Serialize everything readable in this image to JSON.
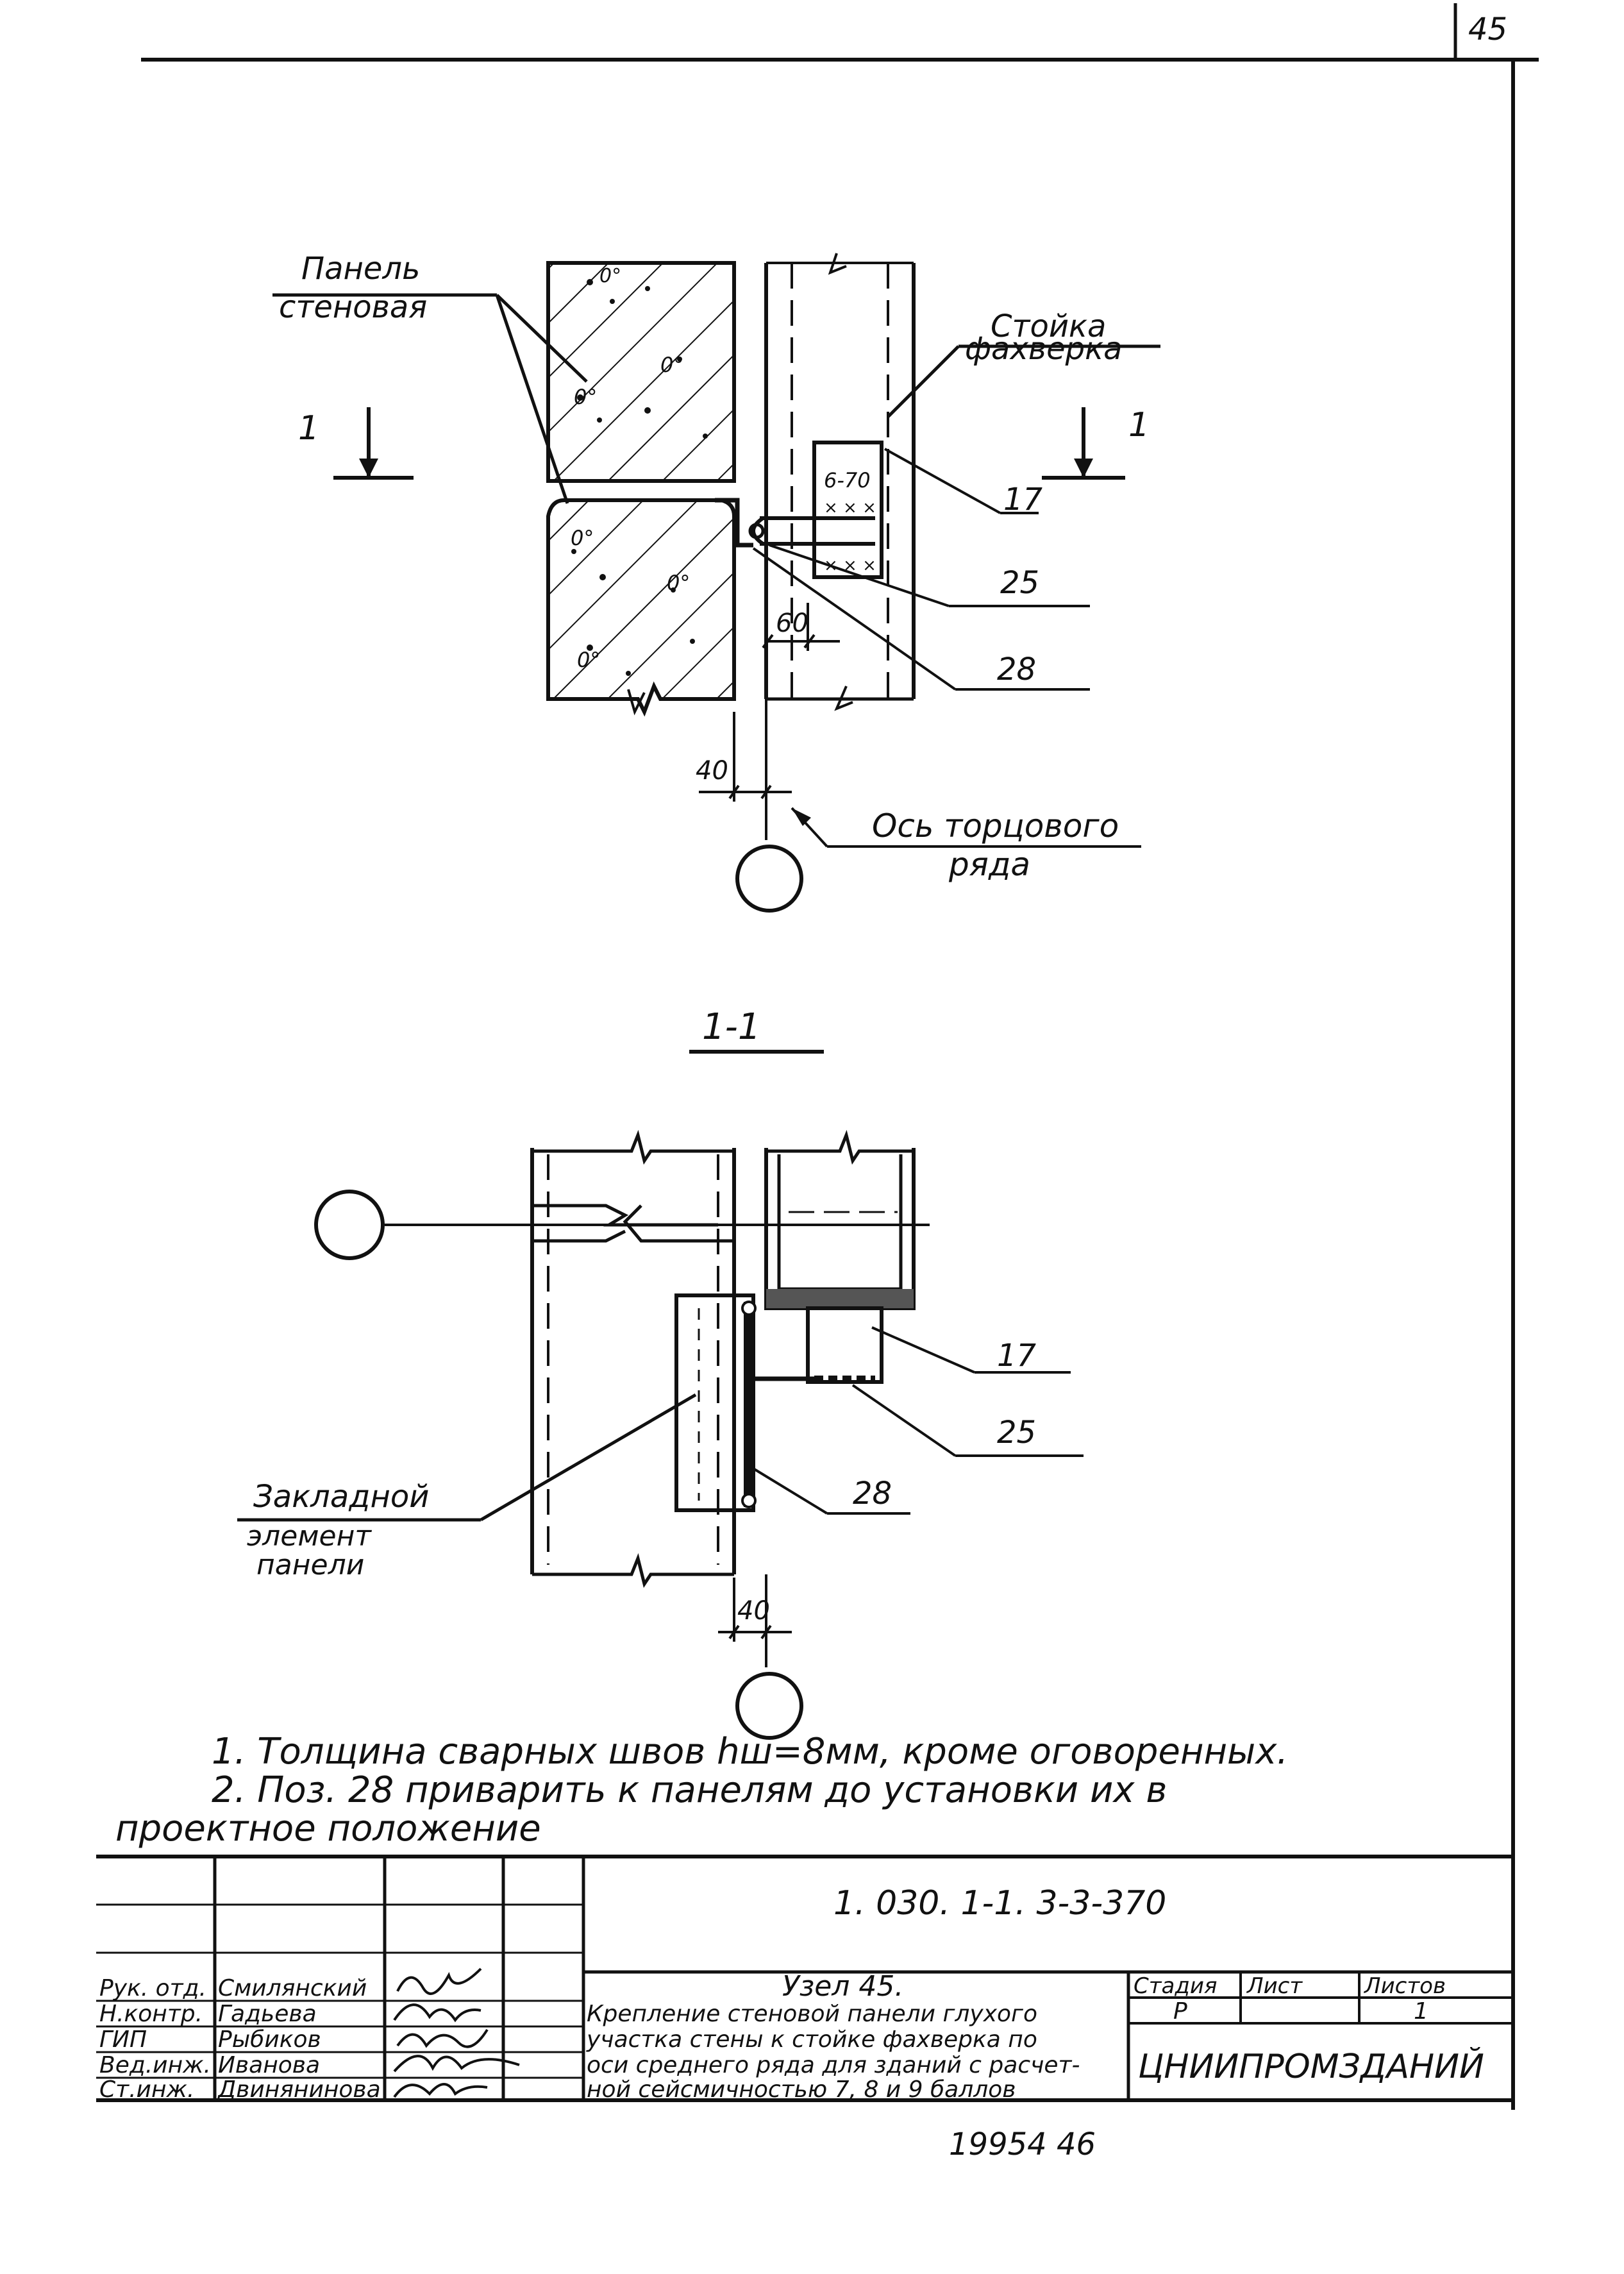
{
  "sheet": {
    "page_number": "45",
    "bottom_number": "19954  46"
  },
  "top_view": {
    "label_panel": [
      "Панель",
      "стеновая"
    ],
    "label_column": [
      "Стойка",
      "фахверка"
    ],
    "section_mark": "1",
    "callout_17": "17",
    "callout_25": "25",
    "callout_28": "28",
    "weld_note": "6-70",
    "dim_60": "60",
    "dim_40": "40",
    "axis_label": [
      "Ось торцового",
      "ряда"
    ]
  },
  "section": {
    "title": "1-1",
    "callout_17": "17",
    "callout_25": "25",
    "callout_28": "28",
    "label_embed": [
      "Закладной",
      "элемент",
      "панели"
    ],
    "dim_40": "40"
  },
  "notes": [
    "1. Толщина сварных швов hш=8мм, кроме оговоренных.",
    "2. Поз. 28 приварить к панелям до установки их в",
    "проектное положение"
  ],
  "title_block": {
    "doc_code": "1. 030. 1-1. 3-3-370",
    "roles": [
      "Рук. отд.",
      "Н.контр.",
      "ГИП",
      "Вед.инж.",
      "Ст.инж."
    ],
    "names": [
      "Смилянский",
      "Гадьева",
      "Рыбиков",
      "Иванова",
      "Двинянинова"
    ],
    "title": [
      "Узел 45.",
      "Крепление стеновой панели глухого",
      "участка стены к стойке фахверка по",
      "оси среднего ряда для зданий с расчет-",
      "ной сейсмичностью 7, 8 и 9 баллов"
    ],
    "stage_header": "Стадия",
    "sheet_header": "Лист",
    "sheets_header": "Листов",
    "stage": "Р",
    "sheet": "1",
    "org": "ЦНИИПРОМЗДАНИЙ"
  }
}
